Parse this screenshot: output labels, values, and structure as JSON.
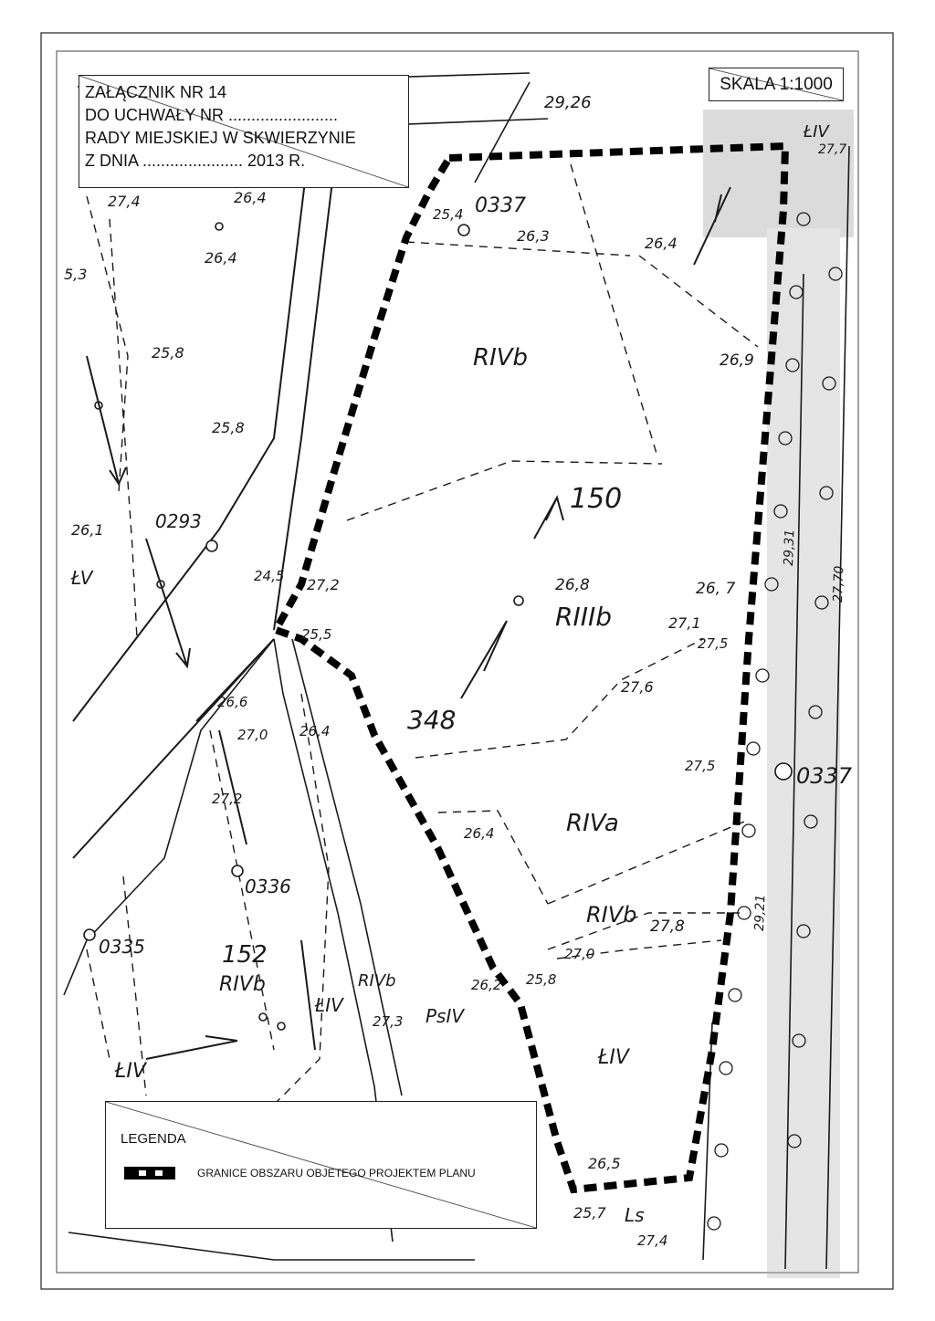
{
  "title_block": {
    "line1": "ZAŁĄCZNIK NR 14",
    "line2": "DO UCHWAŁY NR ........................",
    "line3": "RADY MIEJSKIEJ W SKWIERZYNIE",
    "line4": "Z DNIA ...................... 2013 R."
  },
  "scale": "SKALA 1:1000",
  "legend": {
    "title": "LEGENDA",
    "entries": [
      {
        "label": "GRANICE OBSZARU OBJETEGO PROJEKTEM PLANU"
      }
    ]
  },
  "map_labels": {
    "parcel_0337_top": "0337",
    "parcel_0337_right": "0337",
    "parcel_150": "150",
    "parcel_348": "348",
    "parcel_0293": "0293",
    "parcel_0336": "0336",
    "parcel_0335": "0335",
    "parcel_152": "152",
    "land_rivb_top": "RIVb",
    "land_riiib": "RIIIb",
    "land_riva": "RIVa",
    "land_rivb_lower": "RIVb",
    "land_rivb_152": "RIVb",
    "land_rivb_mid": "RIVb",
    "land_liv_main": "ŁIV",
    "land_liv_mid": "ŁIV",
    "land_liv_left": "ŁIV",
    "land_psiv": "PsIV",
    "land_lv": "ŁV",
    "land_ls": "Ls",
    "land_liv_top": "ŁIV",
    "h_29_26": "29,26",
    "h_25_4": "25,4",
    "h_26_3": "26,3",
    "h_26_4a": "26,4",
    "h_26_4b": "26,4",
    "h_26_4c": "26,4",
    "h_27_4": "27,4",
    "h_25_8a": "25,8",
    "h_25_8b": "25,8",
    "h_25_8c": "25,8",
    "h_26_1": "26,1",
    "h_24_5": "24,5",
    "h_27_2": "27,2",
    "h_25_5": "25,5",
    "h_26_8": "26,8",
    "h_26_7": "26, 7",
    "h_27_1": "27,1",
    "h_27_5a": "27,5",
    "h_27_6": "27,6",
    "h_27_5b": "27,5",
    "h_26_9": "26,9",
    "h_26_6": "26,6",
    "h_27_0a": "27,0",
    "h_27_2b": "27,2",
    "h_26_4d": "26,4",
    "h_26_4e": "26,4",
    "h_27_8": "27,8",
    "h_27_0b": "27,0",
    "h_26_2": "26,2",
    "h_27_3": "27,3",
    "h_26_5": "26,5",
    "h_25_7": "25,7",
    "h_27_4b": "27,4",
    "h_29_31": "29,31",
    "h_29_21": "29,21",
    "h_27_70": "27,70",
    "h_5_3": "5,3",
    "h_27_7": "27,7"
  }
}
